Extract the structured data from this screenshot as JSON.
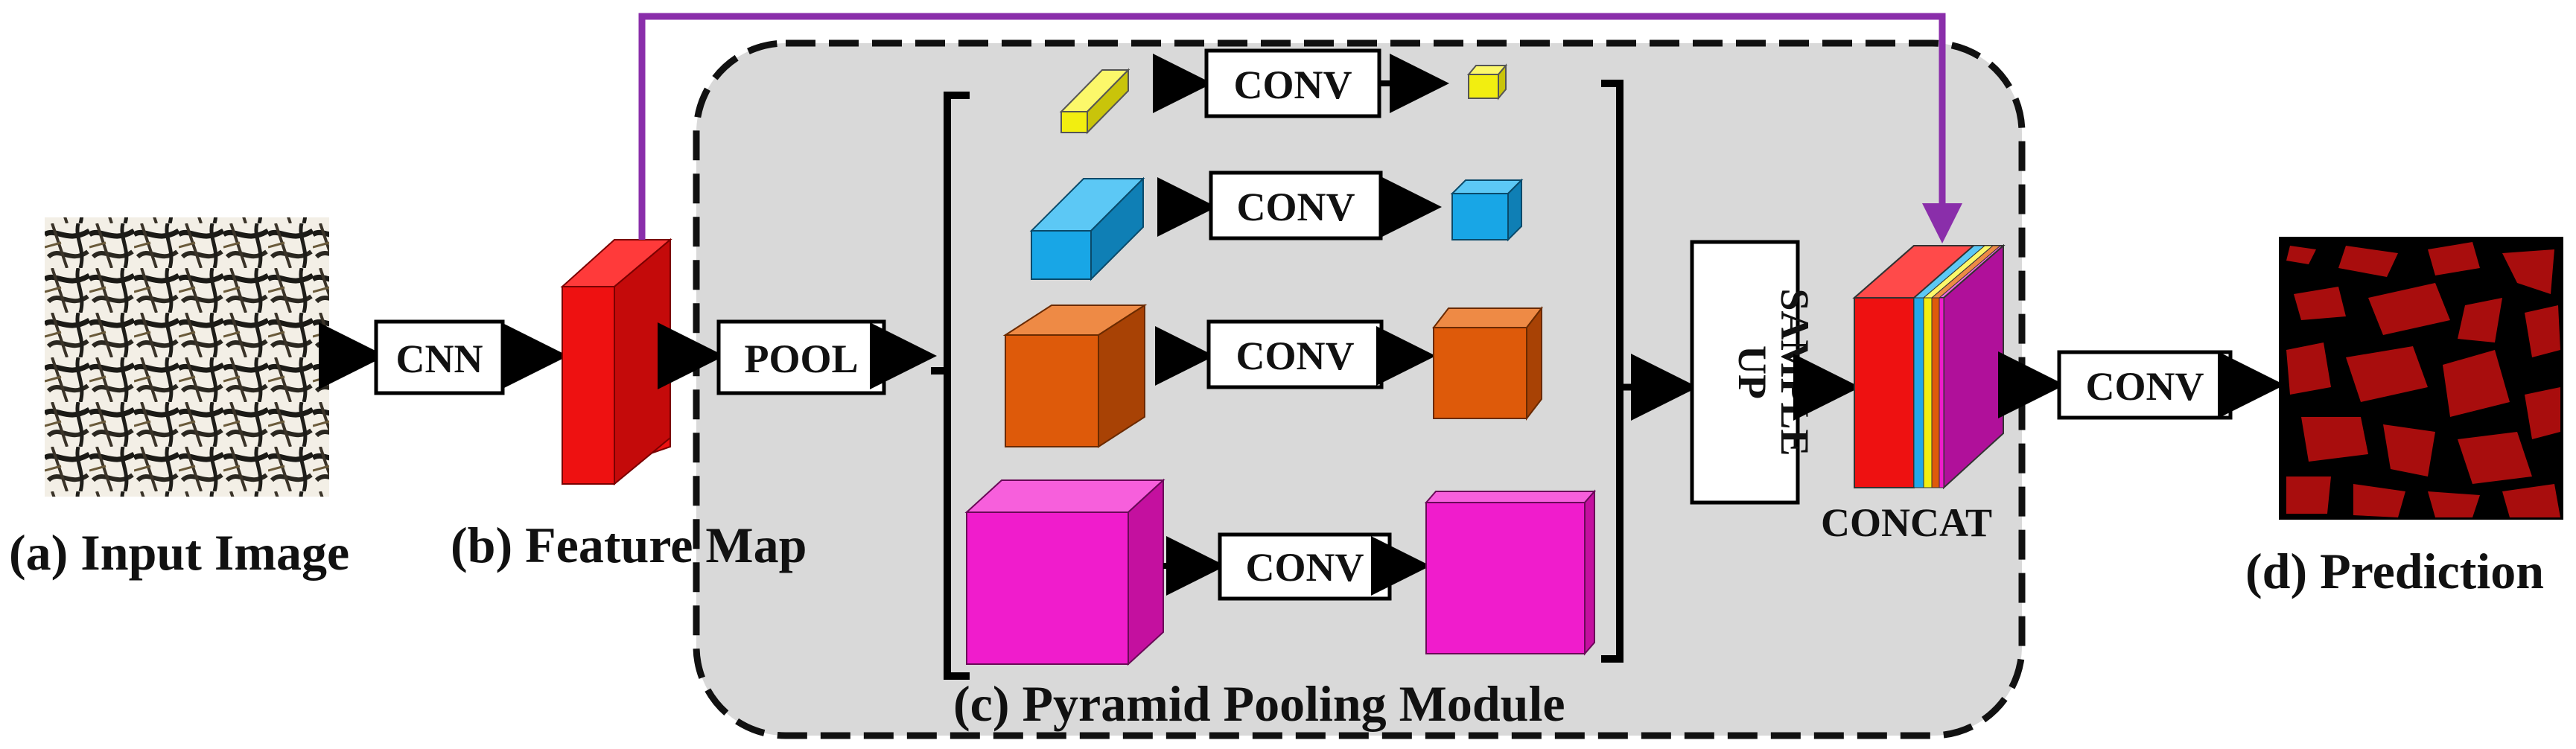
{
  "labels": {
    "input_image": "(a) Input Image",
    "feature_map": "(b) Feature Map",
    "ppm": "(c) Pyramid Pooling Module",
    "prediction": "(d) Prediction"
  },
  "boxes": {
    "cnn": "CNN",
    "pool": "POOL",
    "conv_yellow": "CONV",
    "conv_blue": "CONV",
    "conv_orange": "CONV",
    "conv_magenta": "CONV",
    "upsample_line1": "UP",
    "upsample_line2": "SAMPLE",
    "conv_final": "CONV"
  },
  "concat_label": "CONCAT",
  "colors": {
    "feature_map": "#ee1111",
    "yellow": "#f2ee10",
    "blue": "#18a6e6",
    "orange": "#de5a0a",
    "magenta": "#f01ccc",
    "skip_arrow": "#8a2eaa",
    "ppm_background": "#d9d9d9",
    "prediction_background": "#000000",
    "prediction_segments": "#a80d0d"
  }
}
